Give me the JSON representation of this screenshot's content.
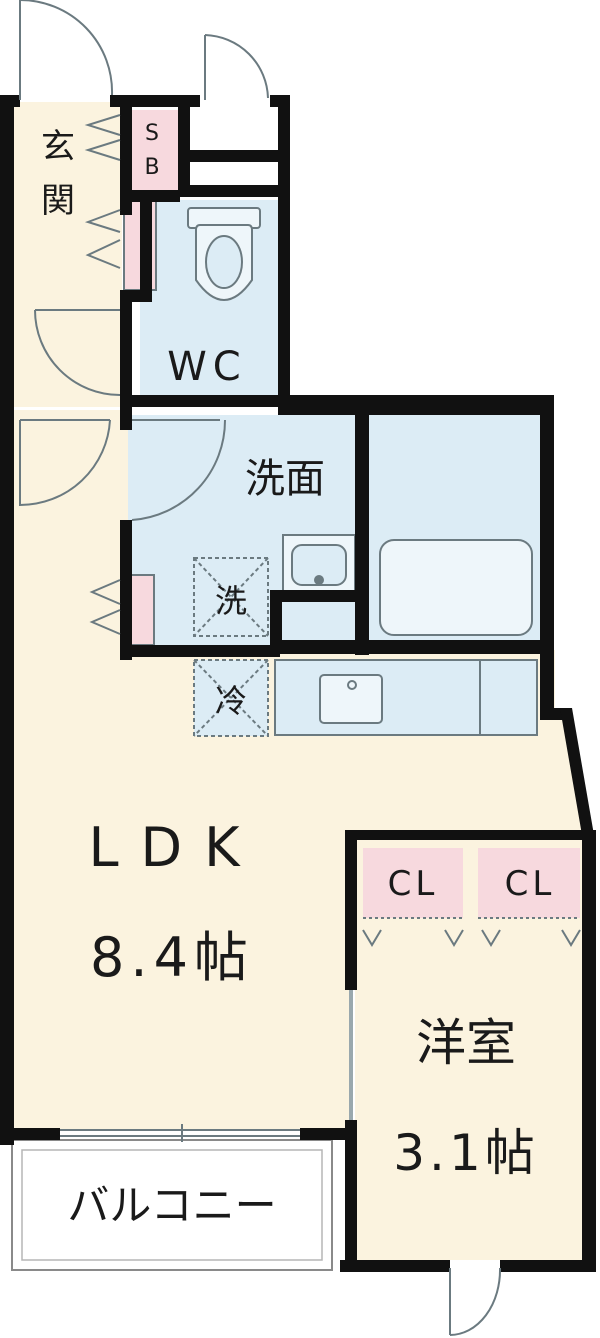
{
  "rooms": {
    "genkan": "玄関",
    "sb": [
      "S",
      "B"
    ],
    "wc": "WC",
    "senmen": "洗面",
    "washer": "洗",
    "fridge": "冷",
    "ldk": "LDK",
    "ldk_size": "8.4帖",
    "cl_left": "CL",
    "cl_right": "CL",
    "youshitsu": "洋室",
    "youshitsu_size": "3.1帖",
    "balcony": "バルコニー"
  },
  "colors": {
    "floor_main": "#fbf3df",
    "wet_area": "#dcecf5",
    "closet": "#f7d9de",
    "wall": "#111111",
    "fixture_line": "#6b7a80"
  }
}
